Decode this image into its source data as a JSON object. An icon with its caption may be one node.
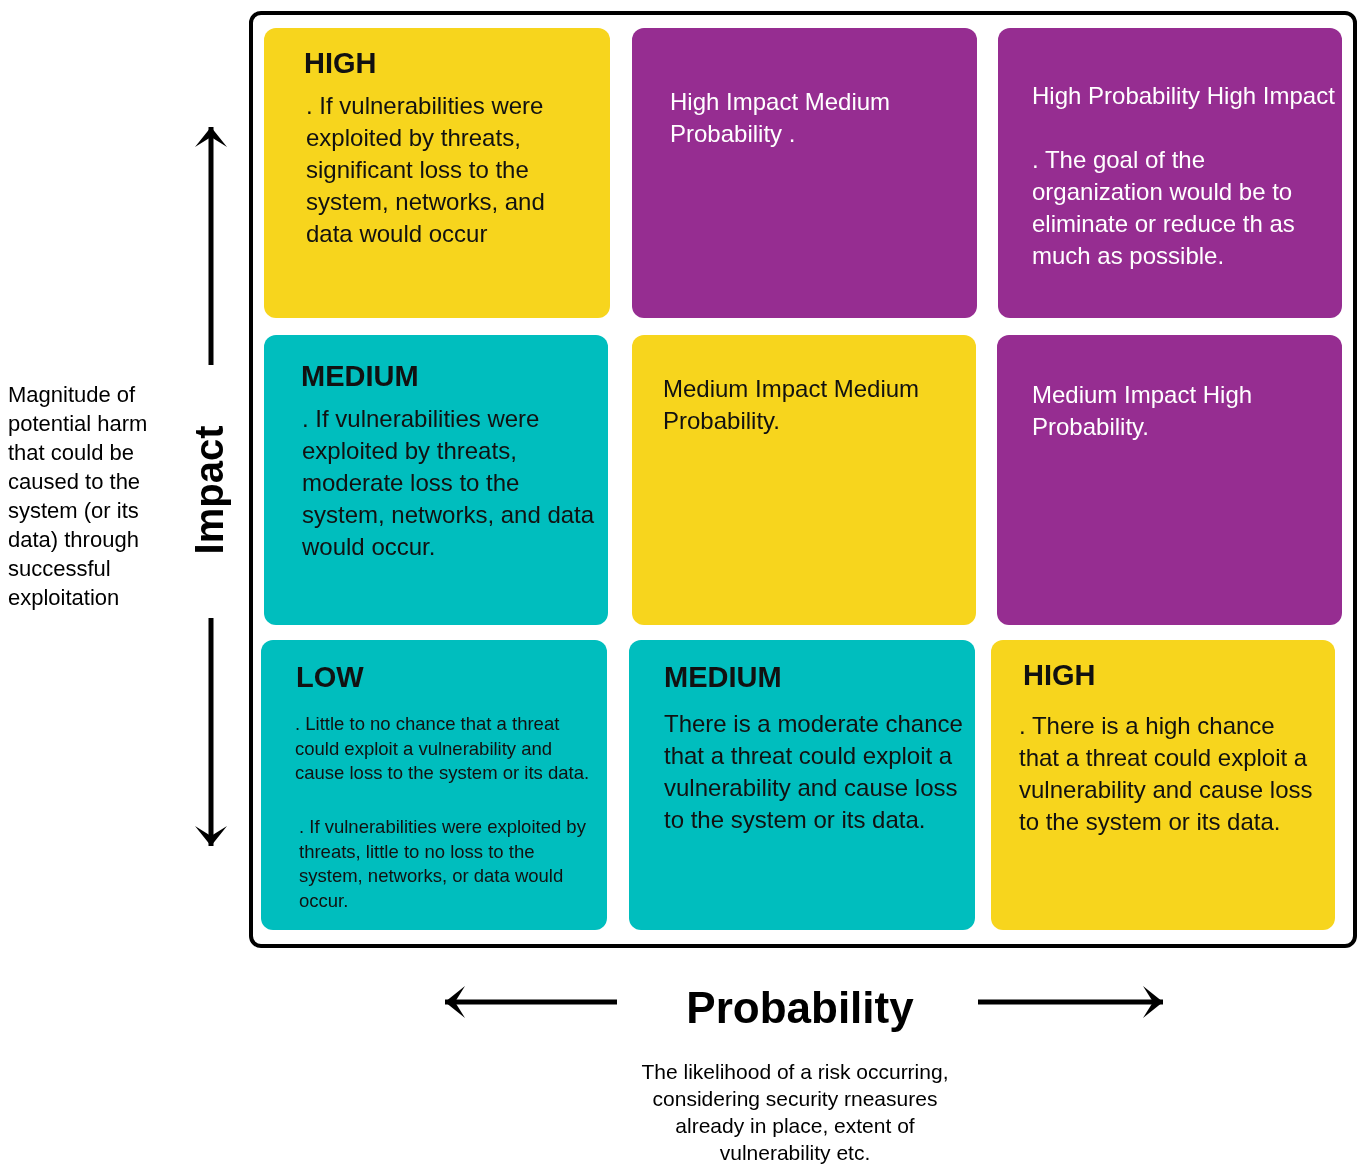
{
  "diagram": {
    "nodes": [
      {
        "text": [
          "HIGH",
          ". If vulnerabilities were exploited by threats, significant loss to the system, networks, and data would occur"
        ]
      },
      {
        "text": [
          "High Impact Medium Probability ."
        ]
      },
      {
        "text": [
          "High Probability High Impact",
          ". The goal of the organization would be to eliminate or reduce th as much as possible."
        ]
      },
      {
        "text": [
          "MEDIUM",
          ". If vulnerabilities were exploited by threats, moderate loss to the system, networks, and data would occur."
        ]
      },
      {
        "text": [
          "Medium Impact Medium Probability."
        ]
      },
      {
        "text": [
          "Medium Impact High Probability."
        ]
      },
      {
        "text": [
          "LOW",
          ". Little to no chance that a threat could exploit a vulnerability and cause loss to the system or its data.",
          ". If vulnerabilities were exploited by threats, little to no loss to the system, networks, or data would occur."
        ]
      },
      {
        "text": [
          "MEDIUM",
          "There is a moderate chance that a threat could exploit a vulnerability and cause loss to the system or its data."
        ]
      },
      {
        "text": [
          "HIGH",
          ". There is a high chance that a threat could exploit a vulnerability and cause loss to the system or its data."
        ]
      }
    ],
    "edges": [],
    "labels": [
      "Magnitude of potential harm that could be caused to the system (or its data) through successful exploitation",
      "Impact",
      "Probability",
      "The likelihood of a risk occurring, considering security rneasures already in place, extent of vulnerability etc."
    ]
  }
}
